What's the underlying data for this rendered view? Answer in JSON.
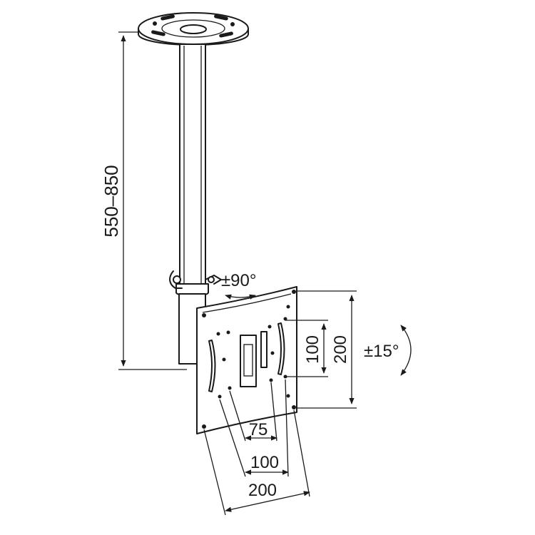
{
  "dimensions": {
    "pole_length": "550–850",
    "swivel": "±90°",
    "tilt": "±15°",
    "vesa_height_outer": "200",
    "vesa_height_inner": "100",
    "vesa_width_inner_1": "75",
    "vesa_width_inner_2": "100",
    "vesa_width_outer": "200"
  },
  "colors": {
    "line": "#1a1a1a",
    "background": "#ffffff"
  }
}
